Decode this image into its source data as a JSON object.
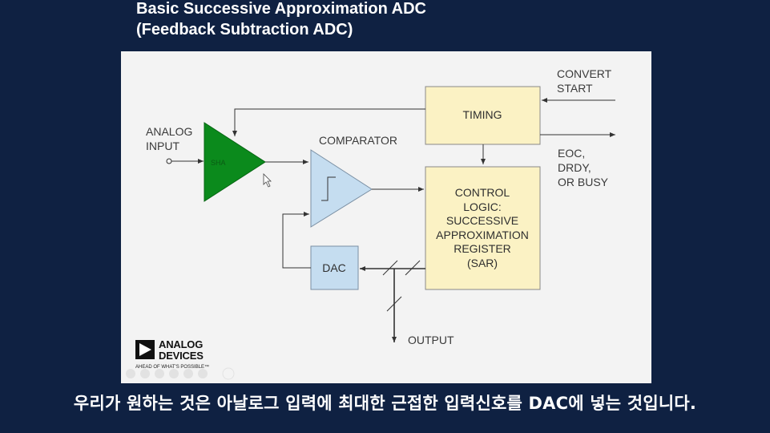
{
  "slide": {
    "title_line1": "Basic Successive Approximation ADC",
    "title_line2": "(Feedback Subtraction ADC)"
  },
  "diagram": {
    "analog_input": [
      "ANALOG",
      "INPUT"
    ],
    "amplifier_text": "SHA",
    "comparator": "COMPARATOR",
    "timing": "TIMING",
    "convert_start": [
      "CONVERT",
      "START"
    ],
    "status_outputs": [
      "EOC,",
      "DRDY,",
      "OR BUSY"
    ],
    "control_logic": [
      "CONTROL",
      "LOGIC:",
      "SUCCESSIVE",
      "APPROXIMATION",
      "REGISTER",
      "(SAR)"
    ],
    "dac": "DAC",
    "output": "OUTPUT",
    "colors": {
      "amplifier": "#0b8a1c",
      "comparator_fill": "#c5ddf0",
      "timing_fill": "#fbf2c4",
      "dac_fill": "#c5ddf0"
    }
  },
  "logo": {
    "line1": "ANALOG",
    "line2": "DEVICES",
    "tagline": "AHEAD OF WHAT'S POSSIBLE™"
  },
  "caption": "우리가 원하는 것은 아날로그 입력에 최대한 근접한 입력신호를 DAC에 넣는 것입니다."
}
